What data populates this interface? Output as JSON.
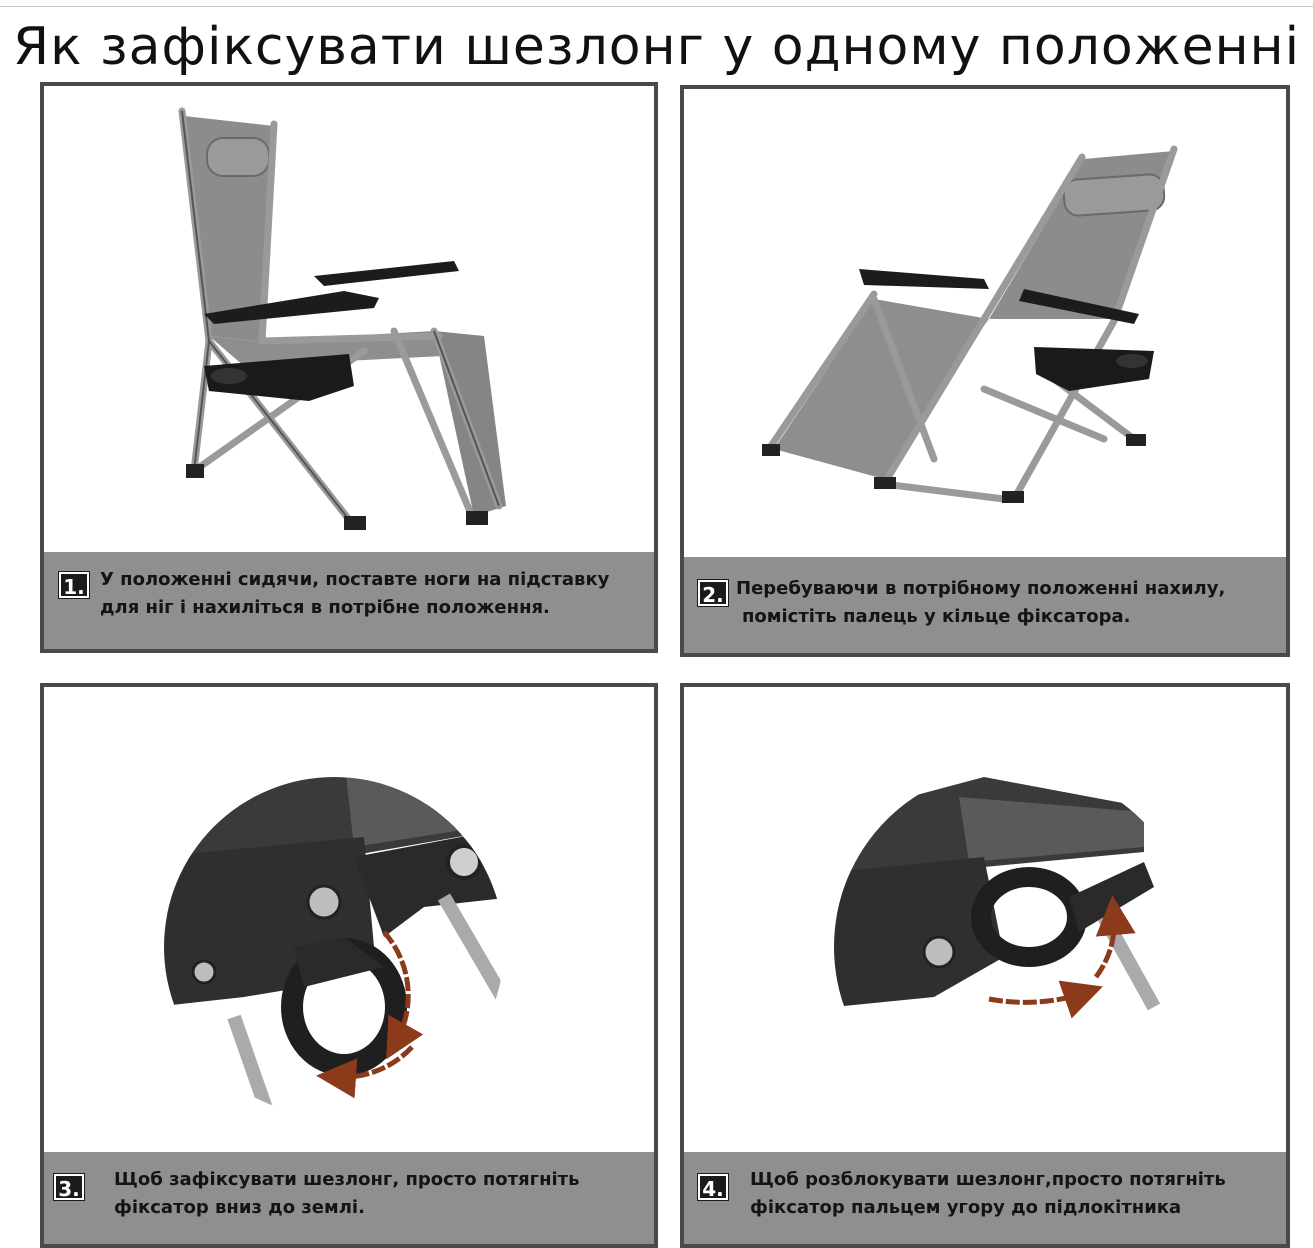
{
  "page": {
    "title": "Як зафіксувати шезлонг у одному положенні"
  },
  "steps": [
    {
      "number": "1.",
      "line1": "У положенні сидячи, поставте ноги на підставку",
      "line2": "для ніг і нахиліться в потрібне положення.",
      "image": "chair-upright-illustration"
    },
    {
      "number": "2.",
      "line1": "Перебуваючи в потрібному положенні нахилу,",
      "line2": "помістіть палець у кільце фіксатора.",
      "image": "chair-reclined-illustration"
    },
    {
      "number": "3.",
      "line1": "Щоб зафіксувати шезлонг, просто потягніть",
      "line2": "фіксатор вниз до землі.",
      "image": "lock-lever-down-closeup"
    },
    {
      "number": "4.",
      "line1": "Щоб розблокувати шезлонг,просто потягніть",
      "line2": "фіксатор пальцем угору до підлокітника",
      "image": "lock-lever-up-closeup"
    }
  ],
  "colors": {
    "caption_bg": "#8f8f8f",
    "panel_border": "#4a4a4a",
    "arrow": "#8b3a1a",
    "frame": "#9a9a9a",
    "fabric": "#8c8c8c"
  }
}
